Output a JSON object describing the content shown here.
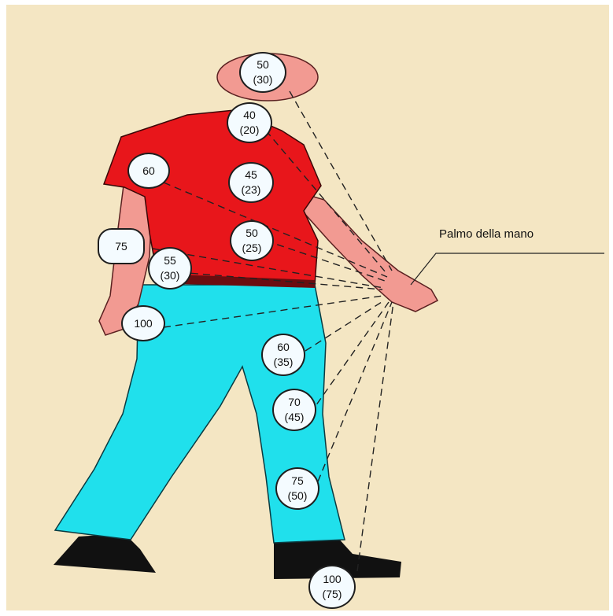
{
  "diagram": {
    "palm_label": "Palmo della mano",
    "points": [
      {
        "id": "head",
        "value": "50",
        "sub": "(30)"
      },
      {
        "id": "neck",
        "value": "40",
        "sub": "(20)"
      },
      {
        "id": "shoulder",
        "value": "60",
        "sub": ""
      },
      {
        "id": "chest",
        "value": "45",
        "sub": "(23)"
      },
      {
        "id": "abdomen",
        "value": "50",
        "sub": "(25)"
      },
      {
        "id": "elbow",
        "value": "75",
        "sub": ""
      },
      {
        "id": "forearm",
        "value": "55",
        "sub": "(30)"
      },
      {
        "id": "hand",
        "value": "100",
        "sub": ""
      },
      {
        "id": "thigh",
        "value": "60",
        "sub": "(35)"
      },
      {
        "id": "knee",
        "value": "70",
        "sub": "(45)"
      },
      {
        "id": "shin",
        "value": "75",
        "sub": "(50)"
      },
      {
        "id": "foot",
        "value": "100",
        "sub": "(75)"
      }
    ],
    "colors": {
      "background": "#f4e6c3",
      "shirt": "#e8161b",
      "pants": "#20e0ec",
      "skin": "#f29a92",
      "shoes": "#111111",
      "bubble": "#f4fbff"
    }
  }
}
